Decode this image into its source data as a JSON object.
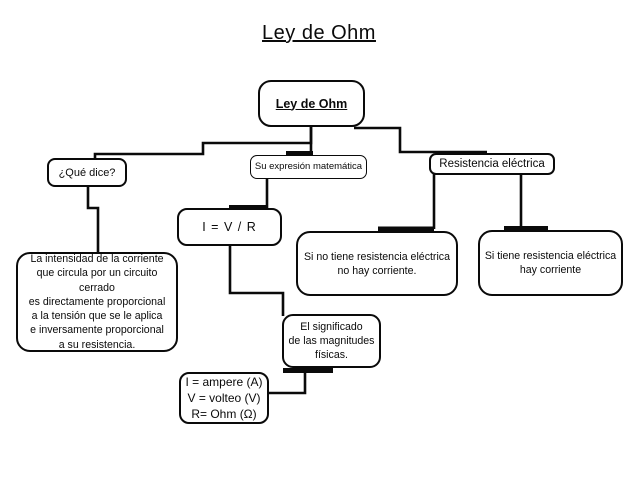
{
  "title": "Ley de Ohm",
  "colors": {
    "background": "#ffffff",
    "line": "#0a0a0a",
    "box_border": "#0a0a0a",
    "text": "#0a0a0a"
  },
  "diagram": {
    "root": {
      "label": "Ley de Ohm"
    },
    "branches": {
      "que_dice": {
        "label": "¿Qué dice?"
      },
      "expresion_matematica": {
        "label": "Su expresión matemática"
      },
      "resistencia_electrica": {
        "label": "Resistencia eléctrica"
      }
    },
    "details": {
      "definicion": {
        "text": "La intensidad de la corriente\nque circula por un circuito cerrado\nes directamente proporcional\na la tensión que se le aplica\ne inversamente proporcional\na su resistencia."
      },
      "formula": {
        "text": "I = V / R"
      },
      "sin_resistencia": {
        "text": "Si no tiene resistencia eléctrica\nno hay corriente."
      },
      "con_resistencia": {
        "text": "Si tiene resistencia eléctrica\nhay corriente"
      },
      "significado": {
        "text": "El significado\nde las magnitudes\nfísicas."
      },
      "magnitudes": {
        "text": "I = ampere (A)\nV = volteo (V)\nR= Ohm (Ω)"
      }
    }
  }
}
